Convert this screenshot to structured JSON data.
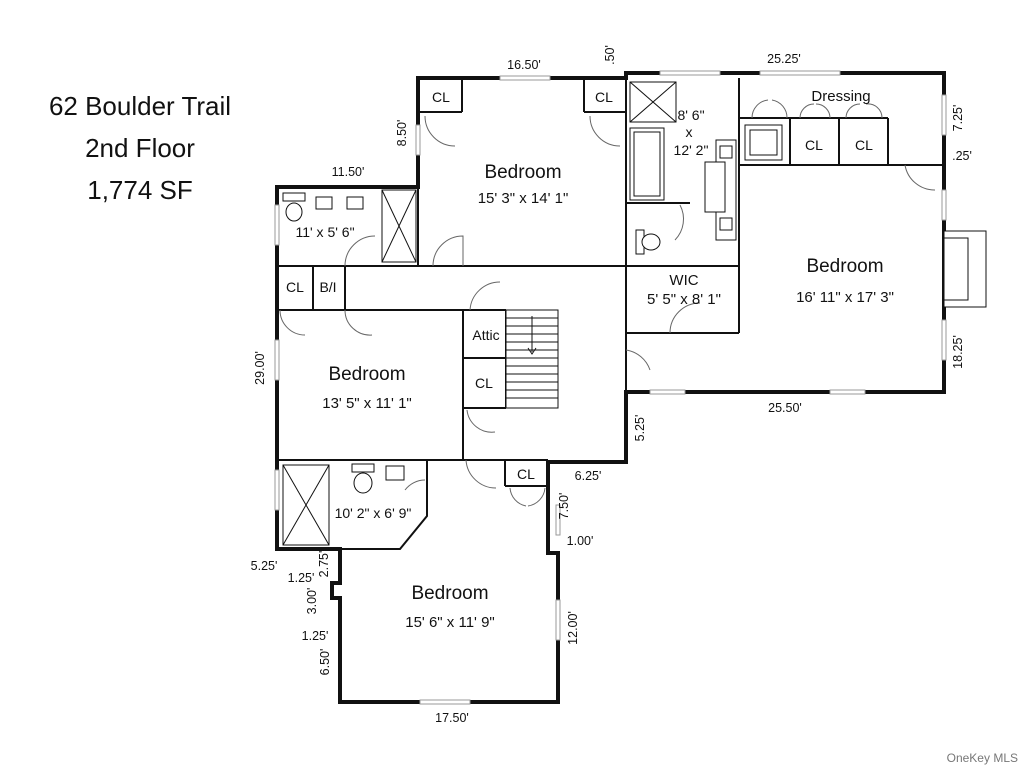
{
  "header": {
    "address": "62 Boulder Trail",
    "floor": "2nd Floor",
    "area": "1,774 SF"
  },
  "rooms": {
    "bedroom_top": {
      "name": "Bedroom",
      "size": "15' 3\" x 14' 1\""
    },
    "bedroom_right": {
      "name": "Bedroom",
      "size": "16' 11\" x 17' 3\""
    },
    "bedroom_mid": {
      "name": "Bedroom",
      "size": "13' 5\" x 11' 1\""
    },
    "bedroom_bottom": {
      "name": "Bedroom",
      "size": "15' 6\" x 11' 9\""
    },
    "bath_top": {
      "size": "11' x 5' 6\""
    },
    "bath_master": {
      "size_line1": "8' 6\"",
      "size_x": "x",
      "size_line2": "12' 2\""
    },
    "bath_bottom": {
      "size": "10' 2\" x 6' 9\""
    },
    "wic": {
      "name": "WIC",
      "size": "5' 5\" x 8' 1\""
    },
    "dressing": {
      "name": "Dressing"
    }
  },
  "small_labels": {
    "cl": "CL",
    "bi": "B/I",
    "attic": "Attic"
  },
  "dimensions": {
    "d_16_50": "16.50'",
    "d_0_50": ".50'",
    "d_25_25": "25.25'",
    "d_8_50": "8.50'",
    "d_7_25": "7.25'",
    "d_0_25": ".25'",
    "d_11_50": "11.50'",
    "d_29_00": "29.00'",
    "d_18_25": "18.25'",
    "d_25_50": "25.50'",
    "d_5_25_right": "5.25'",
    "d_6_25": "6.25'",
    "d_7_50": "7.50'",
    "d_1_00": "1.00'",
    "d_5_25_left": "5.25'",
    "d_2_75": "2.75'",
    "d_1_25_top": "1.25'",
    "d_3_00": "3.00'",
    "d_1_25_bottom": "1.25'",
    "d_6_50": "6.50'",
    "d_12_00": "12.00'",
    "d_17_50": "17.50'"
  },
  "watermark": "OneKey MLS"
}
